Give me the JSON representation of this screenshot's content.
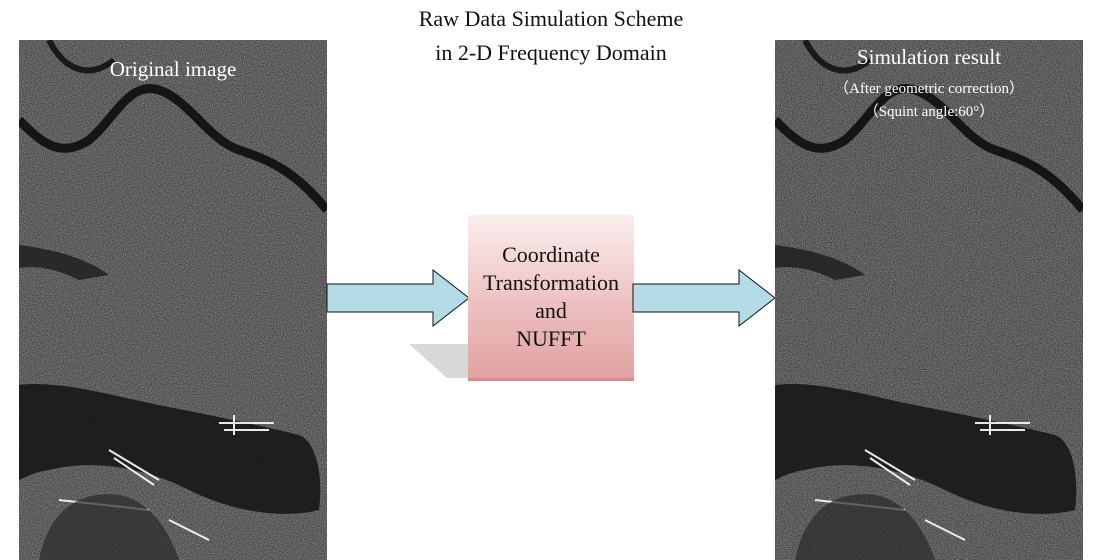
{
  "title": {
    "line1": "Raw Data Simulation Scheme",
    "line2": "in 2-D Frequency Domain"
  },
  "left_panel": {
    "label": "Original image"
  },
  "right_panel": {
    "label": "Simulation result",
    "subtitle1": "（After geometric correction）",
    "subtitle2": "（Squint angle:60°）"
  },
  "process_box": {
    "lines": [
      "Coordinate",
      "Transformation",
      "and",
      "NUFFT"
    ]
  },
  "colors": {
    "arrow_fill": "#b5dce6",
    "box_top": "#fbeeee",
    "box_bottom": "#e0a2a2",
    "sar_background": "#3a3a3a"
  }
}
